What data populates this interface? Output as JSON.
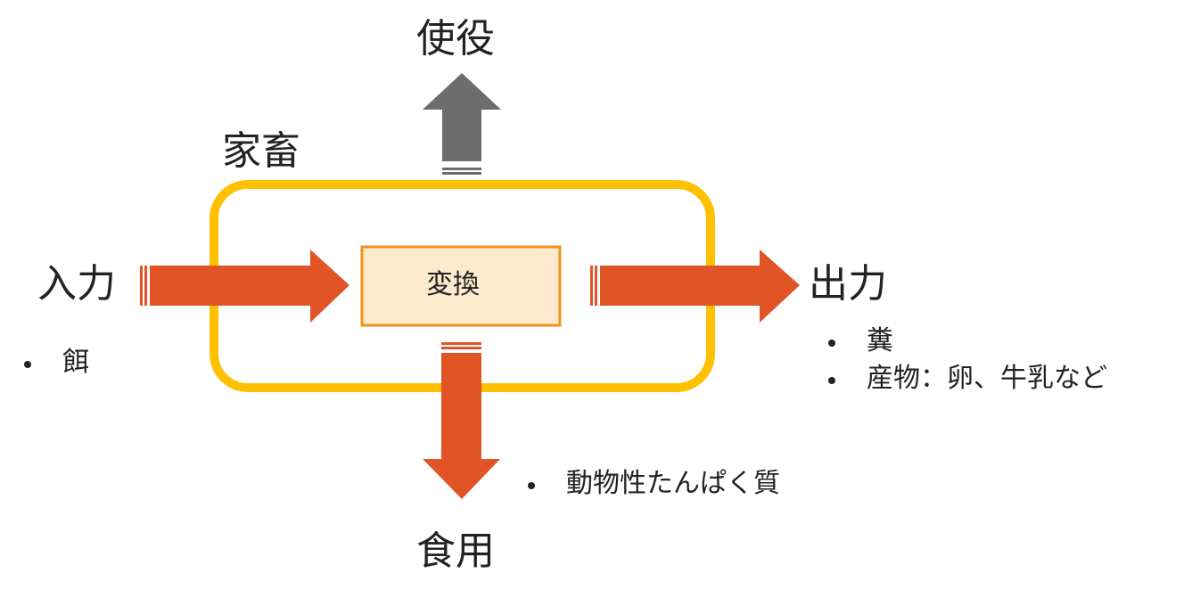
{
  "colors": {
    "container_border": "#ffc000",
    "arrow_main": "#e05426",
    "arrow_grey": "#6d6d6d",
    "transform_fill": "#fde9cc",
    "transform_border": "#ee9519",
    "text": "#222222"
  },
  "container": {
    "label": "家畜"
  },
  "transform": {
    "label": "変換"
  },
  "input": {
    "label": "入力",
    "items": [
      "餌"
    ]
  },
  "output": {
    "label": "出力",
    "items": [
      "糞",
      "産物：卵、牛乳など"
    ]
  },
  "work": {
    "label": "使役"
  },
  "food": {
    "label": "食用",
    "items": [
      "動物性たんぱく質"
    ]
  },
  "icons": {
    "input_arrow": "right-arrow-icon",
    "output_arrow": "right-arrow-icon",
    "work_arrow": "up-arrow-icon",
    "food_arrow": "down-arrow-icon"
  }
}
